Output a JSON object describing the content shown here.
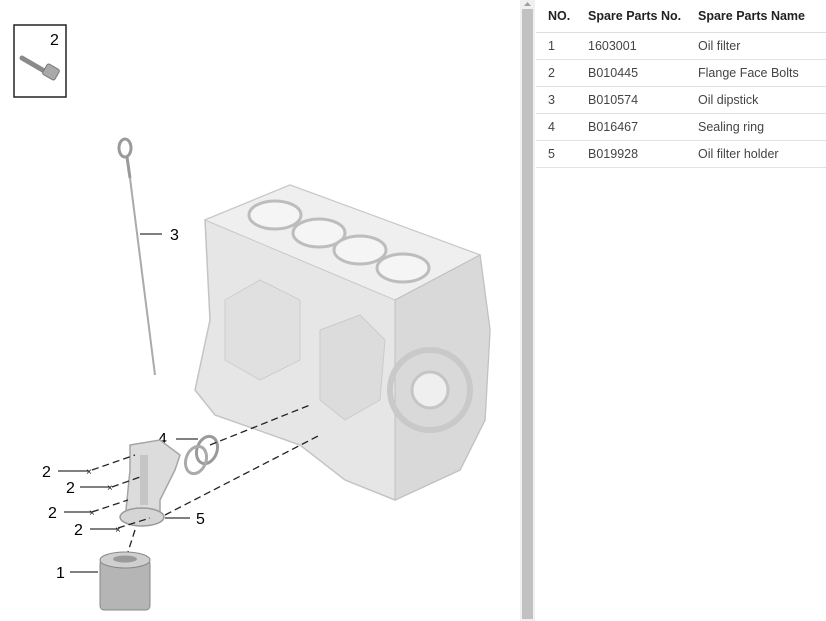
{
  "diagram": {
    "inset_label": "2",
    "callouts": [
      "3",
      "4",
      "2",
      "2",
      "2",
      "2",
      "5",
      "1"
    ]
  },
  "table": {
    "headers": {
      "no": "NO.",
      "part_no": "Spare Parts No.",
      "part_name": "Spare Parts Name"
    },
    "rows": [
      {
        "no": "1",
        "part_no": "1603001",
        "part_name": "Oil filter"
      },
      {
        "no": "2",
        "part_no": "B010445",
        "part_name": "Flange Face Bolts"
      },
      {
        "no": "3",
        "part_no": "B010574",
        "part_name": "Oil dipstick"
      },
      {
        "no": "4",
        "part_no": "B016467",
        "part_name": "Sealing ring"
      },
      {
        "no": "5",
        "part_no": "B019928",
        "part_name": "Oil filter holder"
      }
    ]
  }
}
